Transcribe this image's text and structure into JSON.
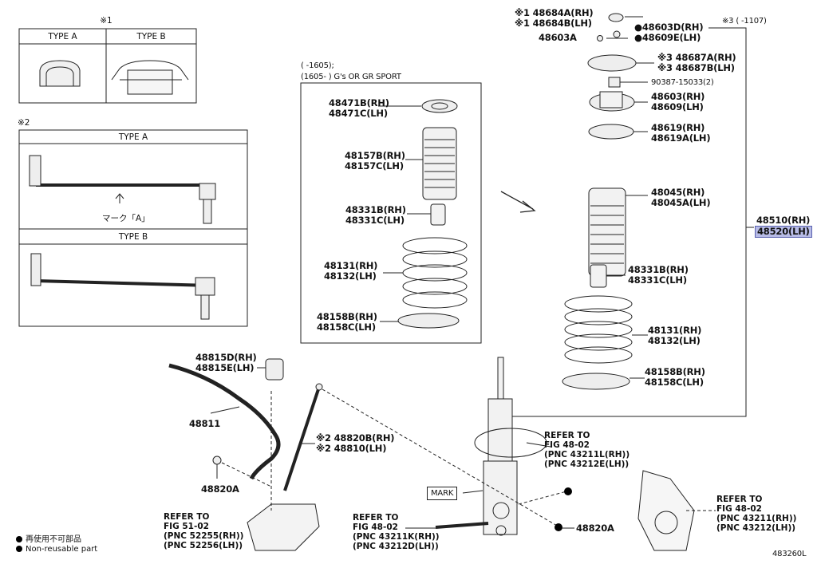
{
  "note1_mark": "※1",
  "note2_mark": "※2",
  "note3": "※3 (    -1107)",
  "type_a": "TYPE A",
  "type_b": "TYPE B",
  "type_a2": "TYPE A",
  "type_b2": "TYPE B",
  "marker_a": "マーク「A」",
  "variant_range": "(    -1605);",
  "variant_gr": "(1605-    ) G's OR GR SPORT",
  "left_parts": [
    {
      "rh": "48471B(RH)",
      "lh": "48471C(LH)"
    },
    {
      "rh": "48157B(RH)",
      "lh": "48157C(LH)"
    },
    {
      "rh": "48331B(RH)",
      "lh": "48331C(LH)"
    },
    {
      "rh": "48131(RH)",
      "lh": "48132(LH)"
    },
    {
      "rh": "48158B(RH)",
      "lh": "48158C(LH)"
    }
  ],
  "top_parts": {
    "p48684a": "※1 48684A(RH)",
    "p48684b": "※1 48684B(LH)",
    "p48603a": "48603A",
    "p48603d": "●48603D(RH)",
    "p48609e": "●48609E(LH)",
    "p48687a": "※3 48687A(RH)",
    "p48687b": "※3 48687B(LH)",
    "p90387": "90387-15033(2)"
  },
  "right_parts": [
    {
      "rh": "48603(RH)",
      "lh": "48609(LH)"
    },
    {
      "rh": "48619(RH)",
      "lh": "48619A(LH)"
    },
    {
      "rh": "48045(RH)",
      "lh": "48045A(LH)"
    },
    {
      "rh": "48331B(RH)",
      "lh": "48331C(LH)"
    },
    {
      "rh": "48131(RH)",
      "lh": "48132(LH)"
    },
    {
      "rh": "48158B(RH)",
      "lh": "48158C(LH)"
    }
  ],
  "assembly": {
    "rh": "48510(RH)",
    "lh": "48520(LH)"
  },
  "stabilizer": {
    "bush_rh": "48815D(RH)",
    "bush_lh": "48815E(LH)",
    "bar": "48811",
    "nut": "48820A",
    "link_rh": "※2 48820B(RH)",
    "link_lh": "※2 48810(LH)"
  },
  "mark": "MARK",
  "nut2": "48820A",
  "refs": [
    {
      "l1": "REFER TO",
      "l2": "FIG 48-02",
      "l3": "(PNC 43211L(RH))",
      "l4": "(PNC 43212E(LH))"
    },
    {
      "l1": "REFER TO",
      "l2": "FIG 51-02",
      "l3": "(PNC 52255(RH))",
      "l4": "(PNC 52256(LH))"
    },
    {
      "l1": "REFER TO",
      "l2": "FIG 48-02",
      "l3": "(PNC 43211K(RH))",
      "l4": "(PNC 43212D(LH))"
    },
    {
      "l1": "REFER TO",
      "l2": "FIG 48-02",
      "l3": "(PNC 43211(RH))",
      "l4": "(PNC 43212(LH))"
    }
  ],
  "legend": {
    "jp": "再使用不可部品",
    "en": "Non-reusable part"
  },
  "figure_no": "483260L"
}
